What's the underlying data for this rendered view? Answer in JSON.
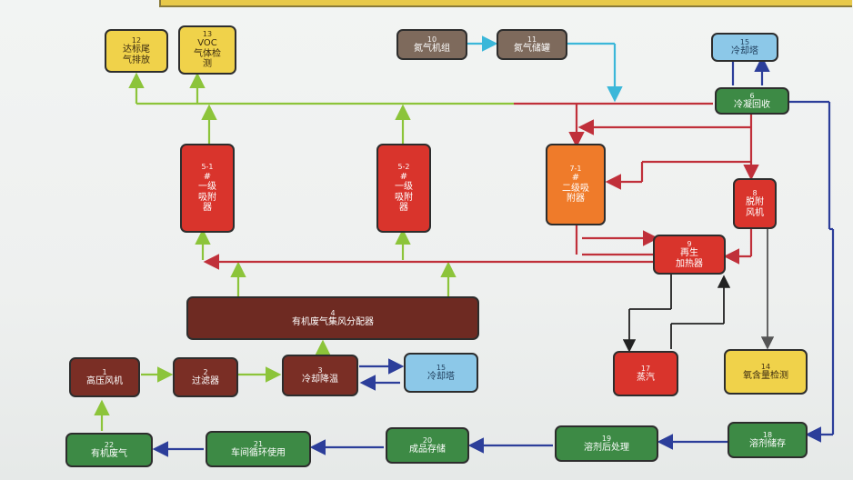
{
  "nodes": {
    "n12": {
      "num": "12",
      "label": "达标尾\n气排放"
    },
    "n13": {
      "num": "13",
      "label": "VOC\n气体检\n测"
    },
    "n10": {
      "num": "10",
      "label": "氮气机组"
    },
    "n11": {
      "num": "11",
      "label": "氮气储罐"
    },
    "n15a": {
      "num": "15",
      "label": "冷却塔"
    },
    "n6": {
      "num": "6",
      "label": "冷凝回收"
    },
    "n51": {
      "num": "5-1",
      "label": "#\n一级\n吸附\n器"
    },
    "n52": {
      "num": "5-2",
      "label": "#\n一级\n吸附\n器"
    },
    "n71": {
      "num": "7-1",
      "label": "#\n二级吸\n附器"
    },
    "n8": {
      "num": "8",
      "label": "脱附\n风机"
    },
    "n9": {
      "num": "9",
      "label": "再生\n加热器"
    },
    "n4": {
      "num": "4",
      "label": "有机废气集风分配器"
    },
    "n1": {
      "num": "1",
      "label": "高压风机"
    },
    "n2": {
      "num": "2",
      "label": "过滤器"
    },
    "n3": {
      "num": "3",
      "label": "冷却降温"
    },
    "n15b": {
      "num": "15",
      "label": "冷却塔"
    },
    "n17": {
      "num": "17",
      "label": "蒸汽"
    },
    "n14": {
      "num": "14",
      "label": "氧含量检测"
    },
    "n22": {
      "num": "22",
      "label": "有机废气"
    },
    "n21": {
      "num": "21",
      "label": "车间循环使用"
    },
    "n20": {
      "num": "20",
      "label": "成品存储"
    },
    "n19": {
      "num": "19",
      "label": "溶剂后处理"
    },
    "n18": {
      "num": "18",
      "label": "溶剂储存"
    }
  },
  "colors": {
    "green_line": "#8cc43a",
    "red_line": "#c0303a",
    "blue_line": "#2c3e9a",
    "cyan_line": "#3bb7d9",
    "black_line": "#222222",
    "gray_line": "#6a6a6a"
  }
}
